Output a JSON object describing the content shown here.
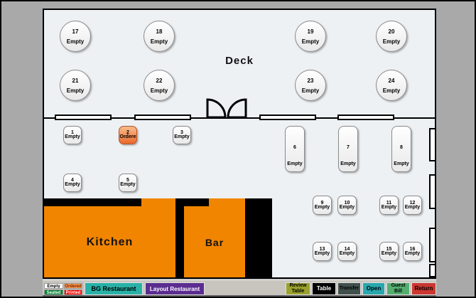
{
  "areas": {
    "deck": "Deck",
    "kitchen": "Kitchen",
    "bar": "Bar"
  },
  "tables": {
    "t1": {
      "number": "1",
      "status": "Empty"
    },
    "t2": {
      "number": "2",
      "status": "Ordere"
    },
    "t3": {
      "number": "3",
      "status": "Empty"
    },
    "t4": {
      "number": "4",
      "status": "Empty"
    },
    "t5": {
      "number": "5",
      "status": "Empty"
    },
    "t6": {
      "number": "6",
      "status": "Empty"
    },
    "t7": {
      "number": "7",
      "status": "Empty"
    },
    "t8": {
      "number": "8",
      "status": "Empty"
    },
    "t9": {
      "number": "9",
      "status": "Empty"
    },
    "t10": {
      "number": "10",
      "status": "Empty"
    },
    "t11": {
      "number": "11",
      "status": "Empty"
    },
    "t12": {
      "number": "12",
      "status": "Empty"
    },
    "t13": {
      "number": "13",
      "status": "Empty"
    },
    "t14": {
      "number": "14",
      "status": "Empty"
    },
    "t15": {
      "number": "15",
      "status": "Empty"
    },
    "t16": {
      "number": "16",
      "status": "Empty"
    },
    "t17": {
      "number": "17",
      "status": "Empty"
    },
    "t18": {
      "number": "18",
      "status": "Empty"
    },
    "t19": {
      "number": "19",
      "status": "Empty"
    },
    "t20": {
      "number": "20",
      "status": "Empty"
    },
    "t21": {
      "number": "21",
      "status": "Empty"
    },
    "t22": {
      "number": "22",
      "status": "Empty"
    },
    "t23": {
      "number": "23",
      "status": "Empty"
    },
    "t24": {
      "number": "24",
      "status": "Empty"
    }
  },
  "legend": {
    "empty": {
      "label": "Empty",
      "bg": "#ffffff",
      "text_color": "#000000"
    },
    "ordered": {
      "label": "Ordered",
      "bg": "#f7944d",
      "text_color": "#7b2800"
    },
    "seated": {
      "label": "Seated",
      "bg": "#00822f",
      "text_color": "#ffffff"
    },
    "printed": {
      "label": "Printed",
      "bg": "#fb0500",
      "text_color": "#ffffff"
    }
  },
  "toolbar": {
    "bg_restaurant": {
      "label": "BG Restaurant",
      "bg": "#29b1a7"
    },
    "layout_restaurant": {
      "label": "Layout Restaurant",
      "bg": "#5b2d90"
    },
    "review_table": {
      "label": "Review Table",
      "bg": "#9aa12c"
    },
    "table": {
      "label": "Table",
      "bg": "#000000"
    },
    "transfer": {
      "label": "Transfer",
      "bg": "#41504d"
    },
    "open": {
      "label": "Open",
      "bg": "#28a8ae"
    },
    "guest_bill": {
      "label": "Guest Bill",
      "bg": "#54ae70"
    },
    "return": {
      "label": "Return",
      "bg": "#cc3730"
    }
  },
  "colors": {
    "background": "#a9a9a9",
    "floor": "#edf1f4",
    "wall": "#000000",
    "kitchen_bar_fill": "#f18500",
    "ordered_table_fill": "#e9682b"
  }
}
